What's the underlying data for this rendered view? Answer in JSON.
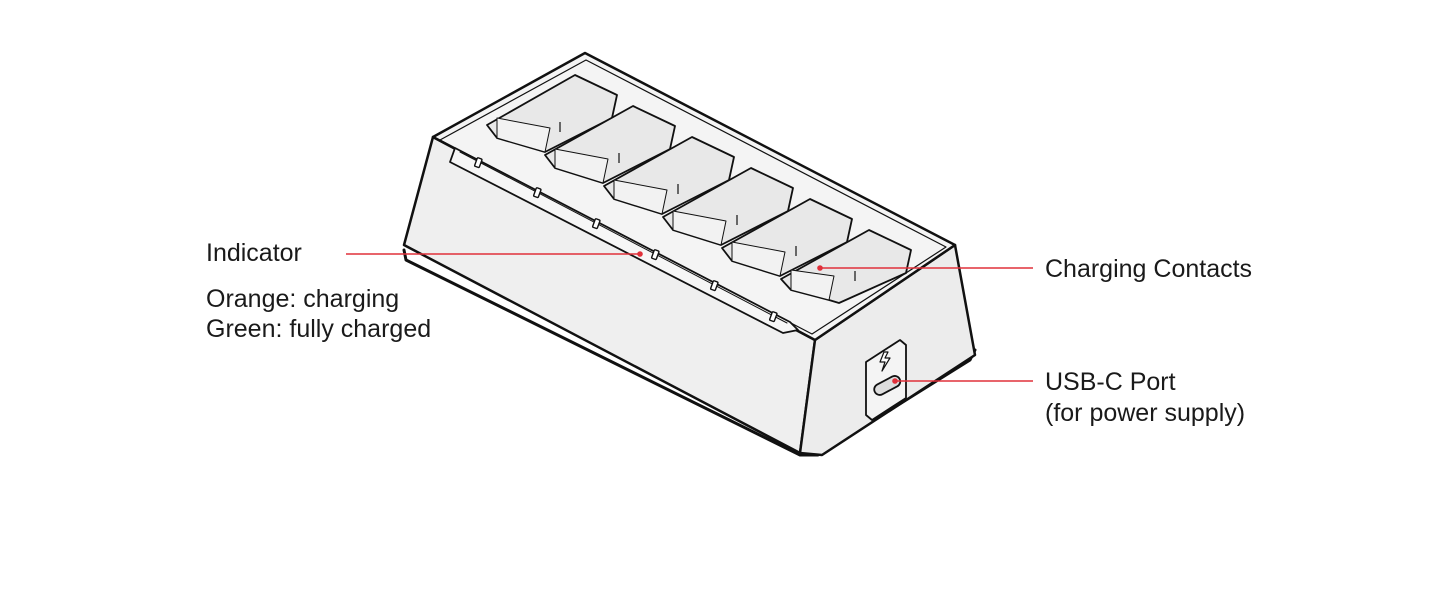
{
  "labels": {
    "indicator": {
      "title": "Indicator",
      "line1": "Orange: charging",
      "line2": "Green: fully charged"
    },
    "charging_contacts": {
      "title": "Charging Contacts"
    },
    "usb_port": {
      "title": "USB-C Port",
      "subtitle": "(for power supply)"
    }
  },
  "colors": {
    "leader_line": "#e0303a",
    "outline": "#111111",
    "body_fill": "#efefef",
    "slot_fill": "#e6e6e6"
  },
  "device": {
    "slot_count": 6,
    "indicator_count": 6
  }
}
